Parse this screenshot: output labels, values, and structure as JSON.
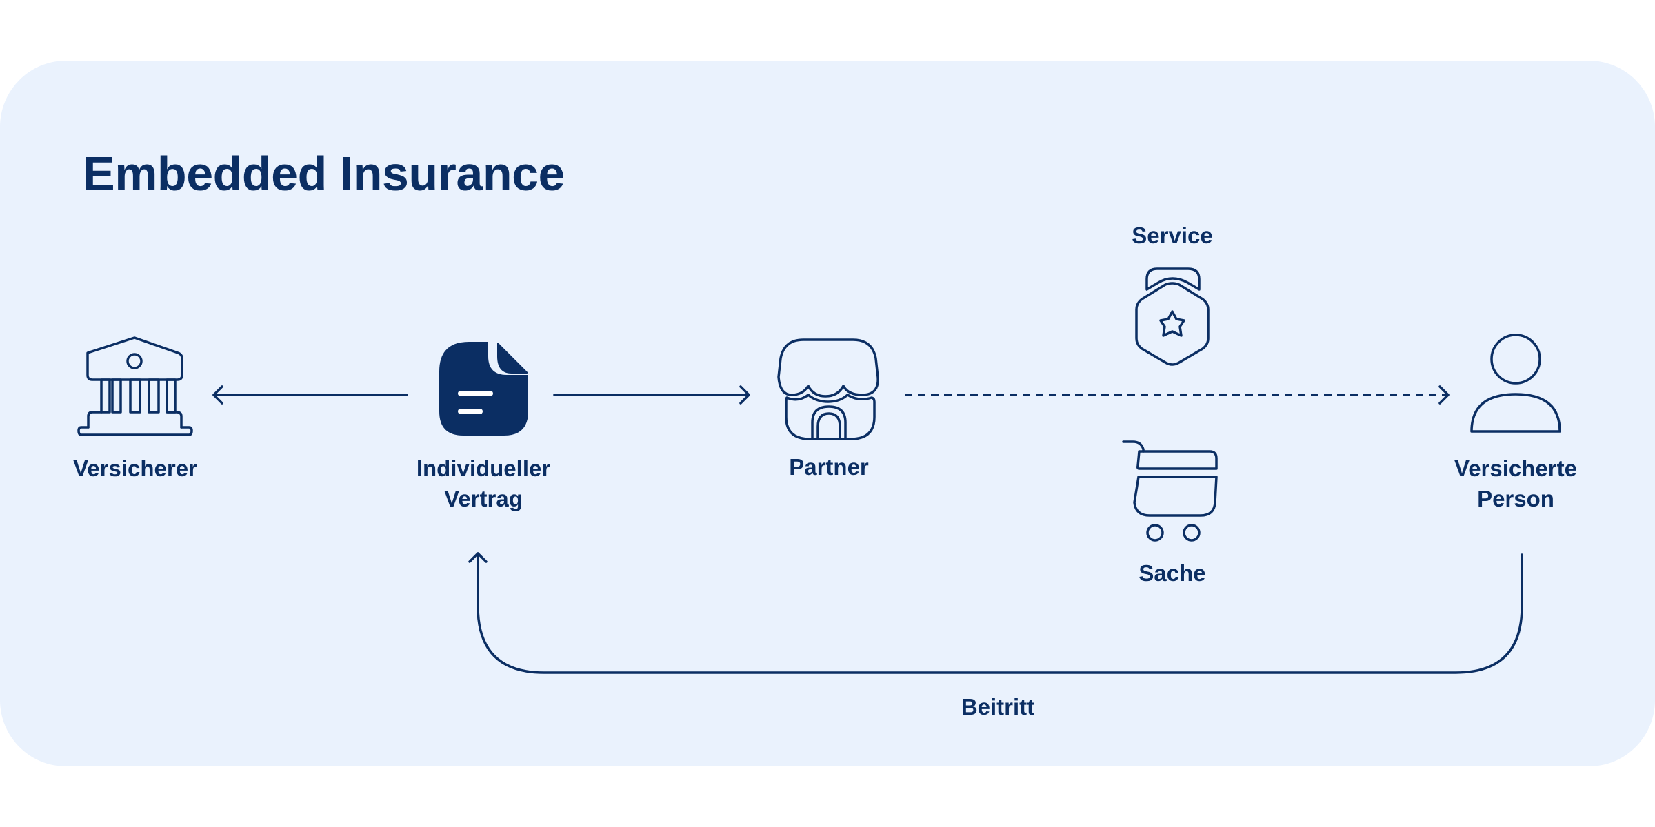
{
  "title": "Embedded Insurance",
  "nodes": {
    "versicherer": {
      "label": "Versicherer",
      "icon": "bank-icon"
    },
    "vertrag": {
      "label_line1": "Individueller",
      "label_line2": "Vertrag",
      "icon": "document-icon"
    },
    "partner": {
      "label": "Partner",
      "icon": "shop-icon"
    },
    "service": {
      "label": "Service",
      "icon": "service-hexagon-star-icon"
    },
    "sache": {
      "label": "Sache",
      "icon": "shopping-cart-icon"
    },
    "person": {
      "label_line1": "Versicherte",
      "label_line2": "Person",
      "icon": "user-icon"
    }
  },
  "edges": {
    "beitritt": {
      "label": "Beitritt"
    }
  },
  "colors": {
    "primary": "#0b2e63",
    "panel_background": "#eaf2fd",
    "page_background": "#ffffff"
  }
}
